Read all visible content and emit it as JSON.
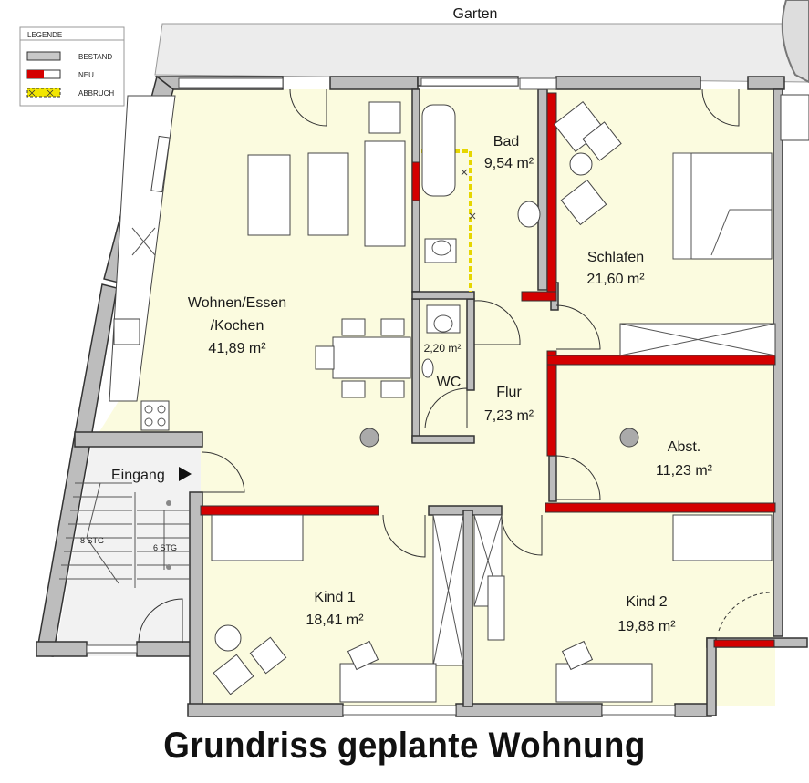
{
  "plan": {
    "garden_label": "Garten",
    "title": "Grundriss geplante Wohnung",
    "entrance_label": "Eingang",
    "stairs": [
      {
        "label": "8 STG"
      },
      {
        "label": "6 STG"
      }
    ]
  },
  "legend": {
    "heading": "LEGENDE",
    "items": [
      {
        "label": "BESTAND",
        "color": "#c8c8c8"
      },
      {
        "label": "NEU",
        "color": "#d40000"
      },
      {
        "label": "ABBRUCH",
        "color": "#f2e600"
      }
    ]
  },
  "rooms": [
    {
      "id": "wohnen",
      "name_line1": "Wohnen/Essen",
      "name_line2": "/Kochen",
      "area": "41,89 m²"
    },
    {
      "id": "bad",
      "name": "Bad",
      "area": "9,54 m²"
    },
    {
      "id": "schlafen",
      "name": "Schlafen",
      "area": "21,60 m²"
    },
    {
      "id": "wc",
      "name": "WC",
      "area": "2,20 m²"
    },
    {
      "id": "flur",
      "name": "Flur",
      "area": "7,23 m²"
    },
    {
      "id": "abst",
      "name": "Abst.",
      "area": "11,23 m²"
    },
    {
      "id": "kind1",
      "name": "Kind 1",
      "area": "18,41 m²"
    },
    {
      "id": "kind2",
      "name": "Kind 2",
      "area": "19,88 m²"
    }
  ],
  "colors": {
    "room_fill": "#fbfbdf",
    "existing_wall": "#bdbdbd",
    "new_wall": "#d40000",
    "demolition": "#f2e600"
  }
}
